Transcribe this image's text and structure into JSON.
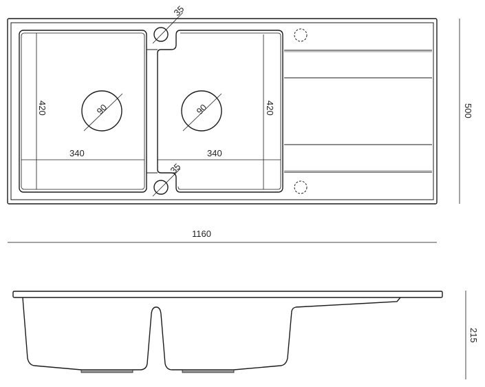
{
  "top_view": {
    "overall_length": "1160",
    "overall_width": "500",
    "bowl_left": {
      "width": "340",
      "length": "420",
      "drain_diameter": "90"
    },
    "bowl_right": {
      "width": "340",
      "length": "420",
      "drain_diameter": "90"
    },
    "tap_hole_top": "35",
    "tap_hole_bottom": "35"
  },
  "side_view": {
    "depth": "215"
  },
  "colors": {
    "line": "#1a1a1a",
    "dim": "#444444",
    "plate": "#999999"
  }
}
